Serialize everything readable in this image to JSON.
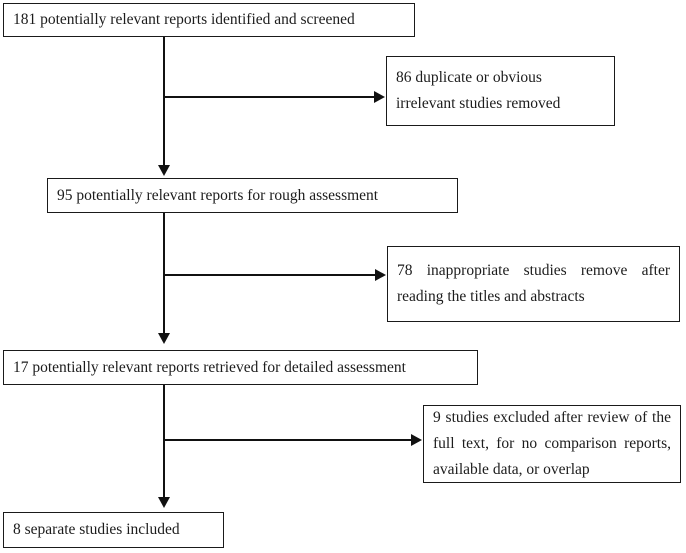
{
  "diagram": {
    "type": "prisma-study-selection-flowchart",
    "nodes": [
      {
        "id": "identified",
        "text": "181 potentially relevant reports identified and screened",
        "count": 181
      },
      {
        "id": "duplicates-removed",
        "text": "86 duplicate or obvious irrelevant studies removed",
        "count": 86
      },
      {
        "id": "rough-assessment",
        "text": "95 potentially relevant reports for rough assessment",
        "count": 95
      },
      {
        "id": "inappropriate-removed",
        "text": "78 inappropriate studies remove after reading the titles and abstracts",
        "count": 78
      },
      {
        "id": "detailed-assessment",
        "text": "17 potentially relevant reports retrieved for detailed assessment",
        "count": 17
      },
      {
        "id": "excluded-full-text",
        "text": "9 studies excluded after review of the full text, for no comparison reports, available data, or overlap",
        "count": 9
      },
      {
        "id": "included",
        "text": "8 separate studies included",
        "count": 8
      }
    ],
    "colors": {
      "border": "#1a1a1a",
      "connector": "#111111",
      "text": "#1c1c1c",
      "background": "#ffffff"
    }
  }
}
